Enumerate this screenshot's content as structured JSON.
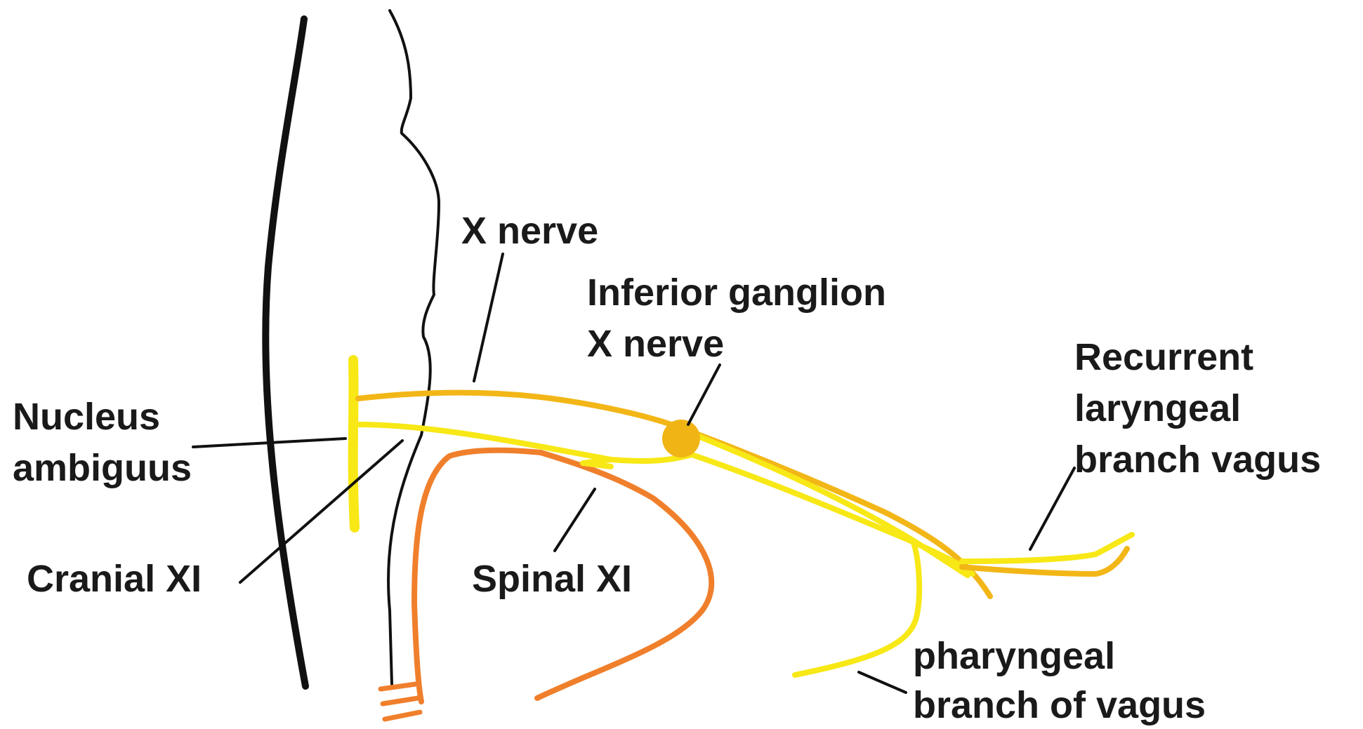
{
  "labels": {
    "x_nerve": "X nerve",
    "inferior_ganglion_line1": "Inferior ganglion",
    "inferior_ganglion_line2": "X nerve",
    "recurrent_line1": "Recurrent",
    "recurrent_line2": "laryngeal",
    "recurrent_line3": "branch vagus",
    "nucleus_line1": "Nucleus",
    "nucleus_line2": "ambiguus",
    "cranial_xi": "Cranial XI",
    "spinal_xi": "Spinal XI",
    "pharyngeal_line1": "pharyngeal",
    "pharyngeal_line2": "branch of vagus"
  },
  "colors": {
    "background": "#ffffff",
    "outline": "#111111",
    "text": "#1a1a1a",
    "vagus_yellow": "#f7e816",
    "vagus_gold": "#f2b617",
    "spinal_orange": "#f07f2c",
    "ganglion": "#f0b414"
  }
}
